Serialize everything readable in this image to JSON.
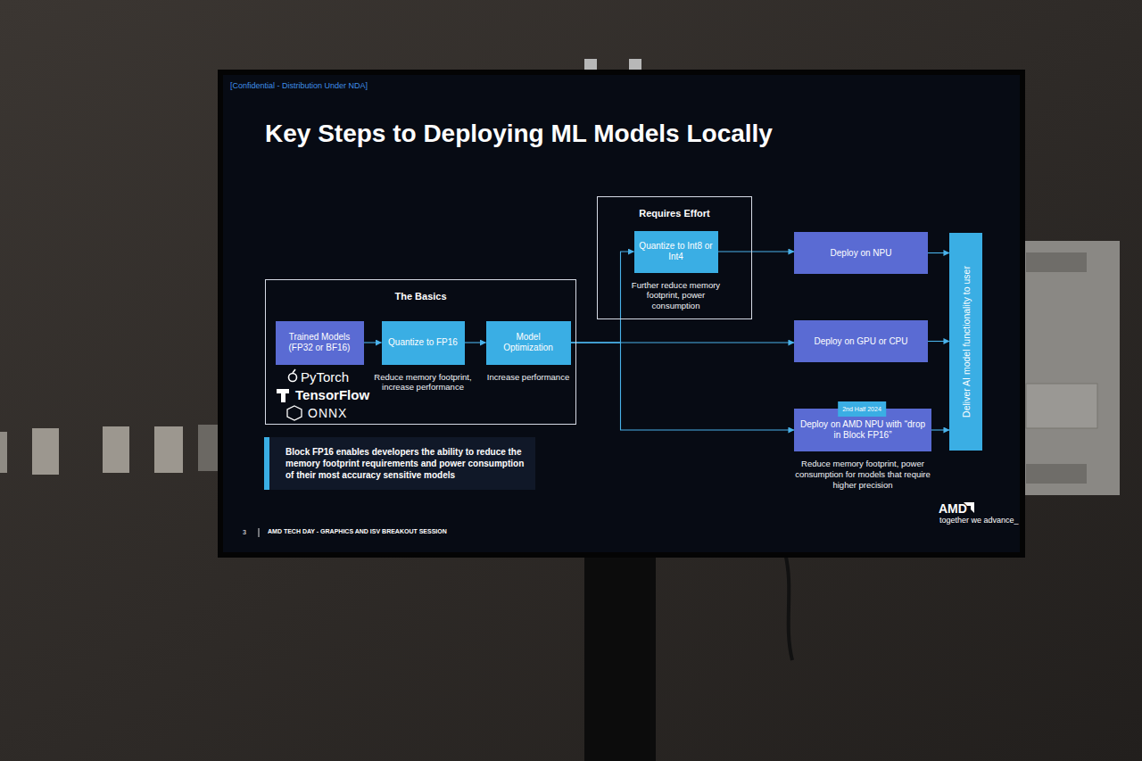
{
  "diagram": {
    "title": "Key Steps to Deploying ML Models Locally",
    "nodes": [
      {
        "text": [
          "The Basics"
        ]
      },
      {
        "text": [
          "Trained Models (FP32 or BF16)"
        ],
        "in": 0
      },
      {
        "text": [
          "Quantize to FP16",
          "Reduce memory footprint, increase performance"
        ],
        "in": 0
      },
      {
        "text": [
          "Model Optimization",
          "Increase performance"
        ],
        "in": 0
      },
      {
        "text": [
          "Requires Effort"
        ]
      },
      {
        "text": [
          "Quantize to Int8 or Int4",
          "Further reduce memory footprint, power consumption"
        ],
        "in": 4
      },
      {
        "text": [
          "Deploy on NPU"
        ]
      },
      {
        "text": [
          "Deploy on GPU or CPU"
        ]
      },
      {
        "text": [
          "2nd Half 2024"
        ]
      },
      {
        "text": [
          "Deploy on AMD NPU with “drop in Block FP16”",
          "Reduce memory footprint, power consumption for models that require higher precision"
        ]
      },
      {
        "text": [
          "Deliver AI model functionality to user"
        ]
      },
      {
        "text": [
          "Block FP16 enables developers the ability to reduce the memory footprint requirements and power consumption of their most accuracy sensitive models"
        ]
      }
    ],
    "edges": [
      {
        "from": 1,
        "to": 2,
        "arrow": "to"
      },
      {
        "from": 2,
        "to": 3,
        "arrow": "to"
      },
      {
        "from": 3,
        "to": 5,
        "arrow": "to"
      },
      {
        "from": 3,
        "to": 7,
        "arrow": "to"
      },
      {
        "from": 3,
        "to": 9,
        "arrow": "to"
      },
      {
        "from": 5,
        "to": 6,
        "arrow": "to"
      },
      {
        "from": 6,
        "to": 10,
        "arrow": "to"
      },
      {
        "from": 7,
        "to": 10,
        "arrow": "to"
      },
      {
        "from": 9,
        "to": 10,
        "arrow": "to"
      }
    ],
    "labels": [
      "[Confidential - Distribution Under NDA]",
      "PyTorch",
      "TensorFlow",
      "ONNX",
      "3",
      "AMD TECH DAY - GRAPHICS AND ISV BREAKOUT SESSION",
      "AMD",
      "together we advance_"
    ]
  }
}
